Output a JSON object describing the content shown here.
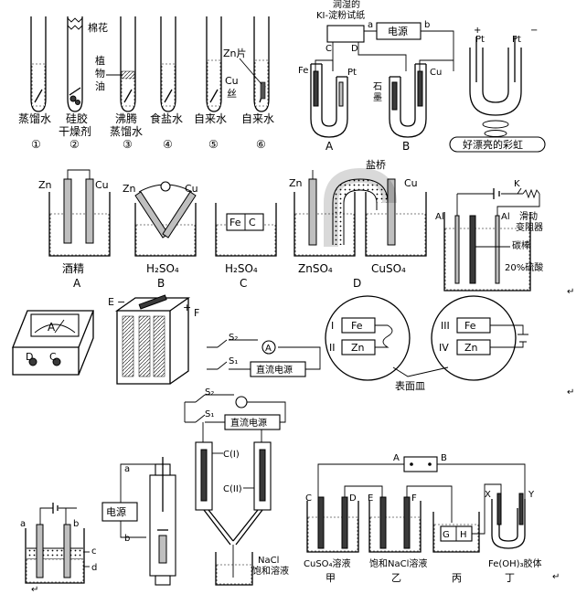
{
  "tubes": {
    "labels": [
      "蒸馏水",
      "硅胶",
      "干燥剂",
      "沸腾",
      "蒸馏水",
      "食盐水",
      "自来水",
      "自来水"
    ],
    "numbers": [
      "①",
      "②",
      "③",
      "④",
      "⑤",
      "⑥"
    ],
    "cotton": "棉花",
    "oil": [
      "植",
      "物",
      "油"
    ],
    "zn": "Zn片",
    "cu": [
      "Cu",
      "丝"
    ]
  },
  "utube_setup": {
    "paper": [
      "润湿的",
      "KI-淀粉试纸"
    ],
    "a": "a",
    "b": "b",
    "c": "C",
    "d": "D",
    "power": "电源",
    "fe": "Fe",
    "pt": "Pt",
    "graphite": [
      "石",
      "墨"
    ],
    "cu": "Cu",
    "A": "A",
    "B": "B"
  },
  "utube_right": {
    "pt_left": "Pt",
    "pt_right": "Pt",
    "plus": "+",
    "minus": "−",
    "caption": "好漂亮的彩虹"
  },
  "cells_row2": {
    "zn": "Zn",
    "cu": "Cu",
    "alcohol": "酒精",
    "A": "A",
    "B": "B",
    "h2so4_b": "H₂SO₄",
    "fe": "Fe",
    "c": "C",
    "h2so4_c": "H₂SO₄",
    "C": "C",
    "salt_bridge": "盐桥",
    "znso4": "ZnSO₄",
    "cuso4": "CuSO₄",
    "D": "D"
  },
  "anodize": {
    "k": "K",
    "al_left": "Al",
    "al_right": "Al",
    "rheostat": [
      "滑动",
      "变阻器"
    ],
    "carbon": "碳棒",
    "acid": "20%硫酸"
  },
  "meter": {
    "A": "A",
    "D": "D",
    "C": "C"
  },
  "battery": {
    "E": "E",
    "F": "F",
    "minus": "−",
    "plus": "+"
  },
  "circuit_small": {
    "s2": "S₂",
    "s1": "S₁",
    "A": "A",
    "power": "直流电源"
  },
  "dishes": {
    "I": "I",
    "II": "II",
    "III": "III",
    "IV": "IV",
    "fe": "Fe",
    "zn": "Zn",
    "caption": "表面皿"
  },
  "hoffman": {
    "s2": "S₂",
    "s1": "S₁",
    "power": "直流电源",
    "c1": "C(I)",
    "c2": "C(II)",
    "nacl": [
      "NaCl",
      "饱和溶液"
    ]
  },
  "small_cell": {
    "a": "a",
    "b": "b",
    "c": "c",
    "d": "d"
  },
  "column": {
    "power": "电源",
    "a": "a",
    "b": "b"
  },
  "series": {
    "A": "A",
    "B": "B",
    "C": "C",
    "D": "D",
    "E": "E",
    "F": "F",
    "X": "X",
    "Y": "Y",
    "G": "G",
    "H": "H",
    "cuso4": "CuSO₄溶液",
    "nacl": "饱和NaCl溶液",
    "feoh": "Fe(OH)₃胶体",
    "jia": "甲",
    "yi": "乙",
    "bing": "丙",
    "ding": "丁"
  },
  "returns": {
    "mark": "↵"
  }
}
